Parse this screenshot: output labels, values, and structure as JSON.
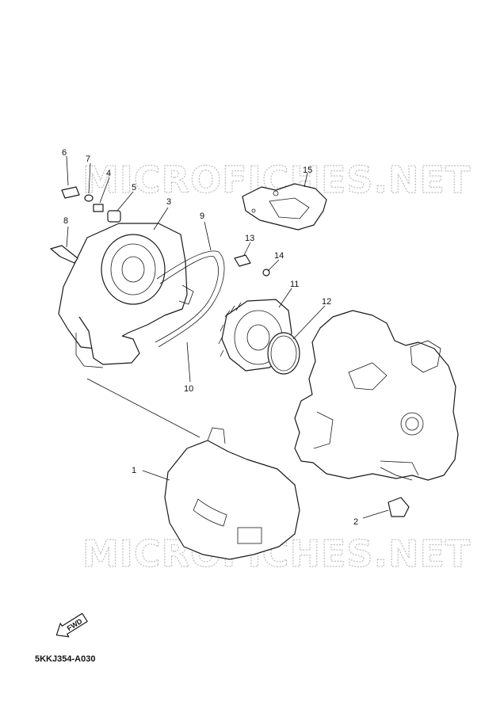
{
  "watermark": {
    "text": "MICROFICHES.NET"
  },
  "diagram_code": "5KKJ354-A030",
  "fwd_badge": "FWD",
  "callouts": [
    {
      "id": "6",
      "label": "6"
    },
    {
      "id": "7",
      "label": "7"
    },
    {
      "id": "4",
      "label": "4"
    },
    {
      "id": "5",
      "label": "5"
    },
    {
      "id": "3",
      "label": "3"
    },
    {
      "id": "8",
      "label": "8"
    },
    {
      "id": "9",
      "label": "9"
    },
    {
      "id": "10",
      "label": "10"
    },
    {
      "id": "13",
      "label": "13"
    },
    {
      "id": "14",
      "label": "14"
    },
    {
      "id": "11",
      "label": "11"
    },
    {
      "id": "12",
      "label": "12"
    },
    {
      "id": "15",
      "label": "15"
    },
    {
      "id": "1",
      "label": "1"
    },
    {
      "id": "2",
      "label": "2"
    }
  ]
}
